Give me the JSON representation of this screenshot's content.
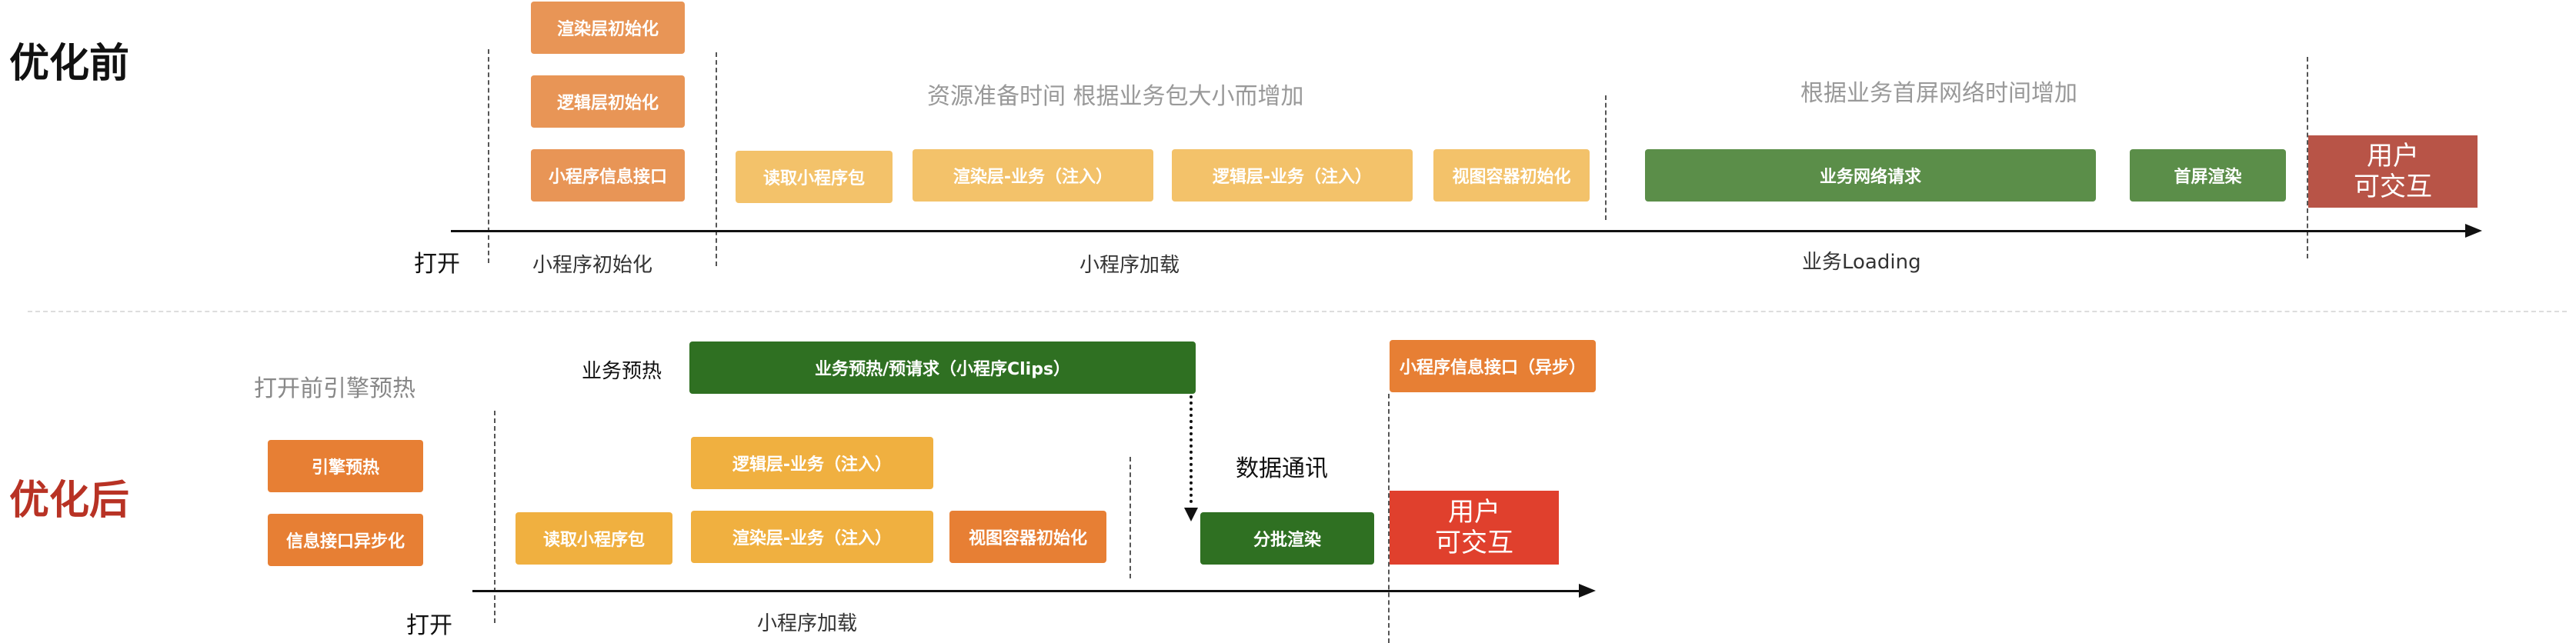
{
  "before": {
    "title": "优化前",
    "open_label": "打开",
    "phases": [
      "小程序初始化",
      "小程序加载",
      "业务Loading"
    ],
    "notes": [
      "资源准备时间 根据业务包大小而增加",
      "根据业务首屏网络时间增加"
    ],
    "init_boxes": [
      "渲染层初始化",
      "逻辑层初始化",
      "小程序信息接口"
    ],
    "load_boxes": [
      "读取小程序包",
      "渲染层-业务（注入）",
      "逻辑层-业务（注入）",
      "视图容器初始化"
    ],
    "loading_boxes": [
      "业务网络请求",
      "首屏渲染"
    ],
    "final": [
      "用户",
      "可交互"
    ]
  },
  "after": {
    "title": "优化后",
    "open_label": "打开",
    "preheat_note": "打开前引擎预热",
    "preheat_boxes": [
      "引擎预热",
      "信息接口异步化"
    ],
    "business_label": "业务预热",
    "business_box": "业务预热/预请求（小程序Clips）",
    "load_label": "小程序加载",
    "load_boxes": [
      "读取小程序包",
      "逻辑层-业务（注入）",
      "渲染层-业务（注入）",
      "视图容器初始化"
    ],
    "data_comm": "数据通讯",
    "batch_render": "分批渲染",
    "async_info": "小程序信息接口（异步）",
    "final": [
      "用户",
      "可交互"
    ]
  },
  "colors": {
    "orange": "#e89556",
    "yellow": "#f3c26a",
    "green": "#5b8e49",
    "red": "#b85447",
    "title_after": "#b83224"
  }
}
